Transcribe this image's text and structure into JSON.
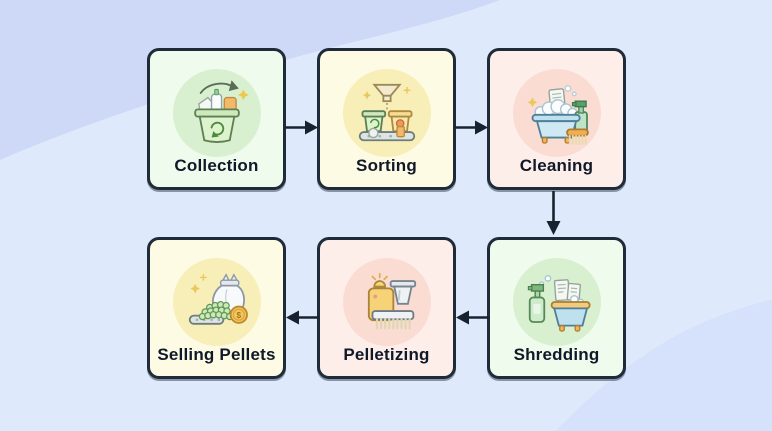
{
  "flow": {
    "steps": [
      {
        "label": "Collection",
        "icon": "recycling-bin-icon",
        "theme": "green"
      },
      {
        "label": "Sorting",
        "icon": "sorting-funnel-bins-icon",
        "theme": "yellow"
      },
      {
        "label": "Cleaning",
        "icon": "washing-tub-icon",
        "theme": "pink"
      },
      {
        "label": "Shredding",
        "icon": "shredded-paper-tub-icon",
        "theme": "green"
      },
      {
        "label": "Pelletizing",
        "icon": "pelletizer-machine-icon",
        "theme": "pink"
      },
      {
        "label": "Selling Pellets",
        "icon": "money-bag-pellets-icon",
        "theme": "yellow"
      }
    ],
    "arrows": [
      {
        "name": "collection-to-sorting",
        "direction": "right"
      },
      {
        "name": "sorting-to-cleaning",
        "direction": "right"
      },
      {
        "name": "cleaning-to-shredding",
        "direction": "down"
      },
      {
        "name": "shredding-to-pelletizing",
        "direction": "left"
      },
      {
        "name": "pelletizing-to-selling-pellets",
        "direction": "left"
      }
    ]
  },
  "colors": {
    "background": "#dfe9fc",
    "background_wave_top_left": "#cdd9f7",
    "background_wave_bottom_right": "#d6e1fb",
    "box_border": "#1f2b38",
    "label_text": "#10192a",
    "arrow": "#18222e",
    "green_box": "#effbec",
    "green_circle": "#d9f0d0",
    "yellow_box": "#fdfbe4",
    "yellow_circle": "#f8eeb8",
    "pink_box": "#fdeeea",
    "pink_circle": "#fadcd3"
  }
}
